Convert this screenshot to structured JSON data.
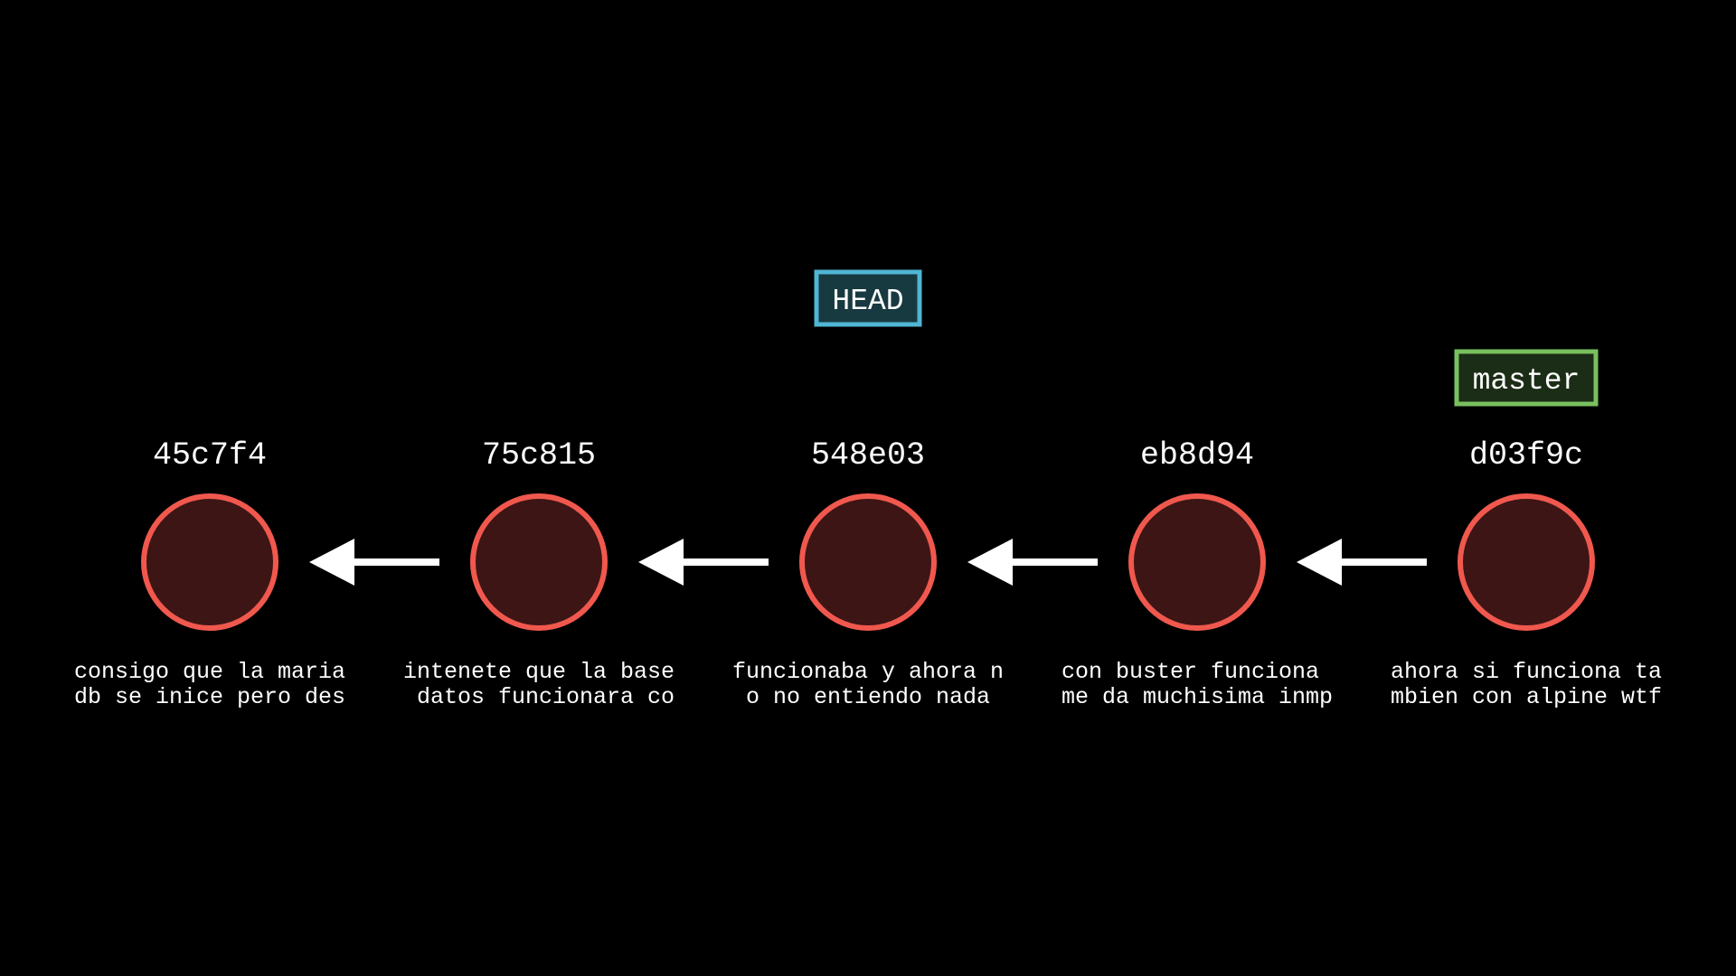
{
  "diagram": {
    "commits": [
      {
        "hash": "45c7f4",
        "message_lines": [
          "consigo que la maria",
          "db se inice pero des"
        ]
      },
      {
        "hash": "75c815",
        "message_lines": [
          "intenete que la base",
          " datos funcionara co"
        ]
      },
      {
        "hash": "548e03",
        "message_lines": [
          "funcionaba y ahora n",
          "o no entiendo nada"
        ]
      },
      {
        "hash": "eb8d94",
        "message_lines": [
          "con buster funciona ",
          "me da muchisima inmp"
        ]
      },
      {
        "hash": "d03f9c",
        "message_lines": [
          "ahora si funciona ta",
          "mbien con alpine wtf"
        ]
      }
    ],
    "refs": [
      {
        "label": "HEAD",
        "commit_index": 2,
        "border_color": "#4fb6d3",
        "fill_color": "#173a40"
      },
      {
        "label": "master",
        "commit_index": 4,
        "border_color": "#79c05f",
        "fill_color": "#1b2d16"
      }
    ],
    "colors": {
      "background": "#000000",
      "node_stroke": "#f0584e",
      "node_fill": "#3d1515",
      "arrow": "#ffffff",
      "text": "#ffffff"
    }
  }
}
